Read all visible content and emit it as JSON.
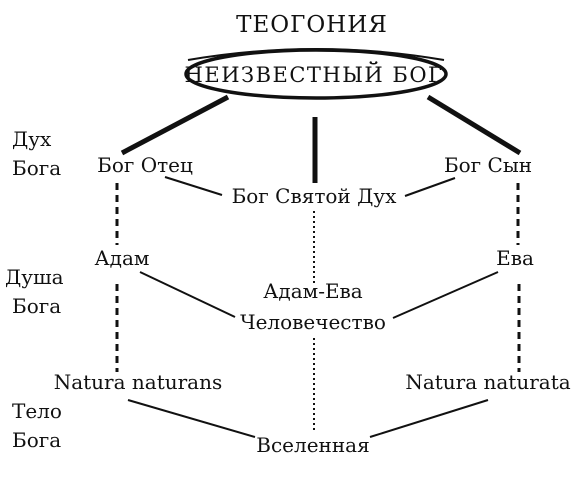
{
  "title": "ТЕОГОНИЯ",
  "unknown_god": "НЕИЗВЕСТНЫЙ БОГ",
  "levels": {
    "spirit_line1": "Дух",
    "spirit_line2": "Бога",
    "soul_line1": "Душа",
    "soul_line2": "Бога",
    "body_line1": "Тело",
    "body_line2": "Бога"
  },
  "nodes": {
    "god_father": "Бог Отец",
    "god_son": "Бог Сын",
    "holy_spirit": "Бог Святой Дух",
    "adam": "Адам",
    "eve": "Ева",
    "adam_eve": "Адам-Ева",
    "humanity": "Человечество",
    "natura_naturans": "Natura naturans",
    "natura_naturata": "Natura naturata",
    "universe": "Вселенная"
  }
}
